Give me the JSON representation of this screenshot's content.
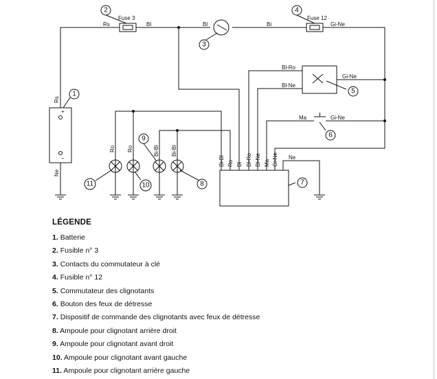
{
  "diagram": {
    "labels": {
      "fuse3": "Fuse 3",
      "fuse12": "Fuse 12",
      "rs_top": "Rs",
      "bl_after_fuse3": "Bl",
      "bl_before_key": "Bl",
      "bi_after_key": "Bi",
      "gi_ne_top": "Gi-Ne",
      "bl_ro": "Bl-Ro",
      "bl_ne": "Bl-Ne",
      "gi_ne_switch": "Gi-Ne",
      "ma": "Ma",
      "gi_ne_button": "Gi-Ne",
      "rs_battery": "Rs",
      "ne_battery": "Ne",
      "ro_bulb11": "Ro",
      "ro_bulb10": "Ro",
      "bi_bl_bulb9": "Bi-Bl",
      "bi_bl_bulb8": "Bi-Bl",
      "ne_unit": "Ne",
      "unit_pins": [
        "Bi-Bl",
        "Ro",
        "Bl",
        "Bl-Ro",
        "Bl-Ne",
        "Ma",
        "Gi-Ne"
      ],
      "plus": "+",
      "minus": "−"
    },
    "callouts": [
      "1",
      "2",
      "3",
      "4",
      "5",
      "6",
      "7",
      "8",
      "9",
      "10",
      "11"
    ]
  },
  "legend": {
    "title": "LÉGENDE",
    "items": [
      {
        "num": "1.",
        "text": "Batterie"
      },
      {
        "num": "2.",
        "text": "Fusible n° 3"
      },
      {
        "num": "3.",
        "text": "Contacts du commutateur à clé"
      },
      {
        "num": "4.",
        "text": "Fusible n° 12"
      },
      {
        "num": "5.",
        "text": "Commutateur des clignotants"
      },
      {
        "num": "6.",
        "text": "Bouton des feux de détresse"
      },
      {
        "num": "7.",
        "text": "Dispositif de commande des clignotants avec feux de détresse"
      },
      {
        "num": "8.",
        "text": "Ampoule pour clignotant arrière droit"
      },
      {
        "num": "9.",
        "text": "Ampoule pour clignotant avant droit"
      },
      {
        "num": "10.",
        "text": "Ampoule pour clignotant avant gauche"
      },
      {
        "num": "11.",
        "text": "Ampoule pour clignotant arrière gauche"
      }
    ]
  }
}
